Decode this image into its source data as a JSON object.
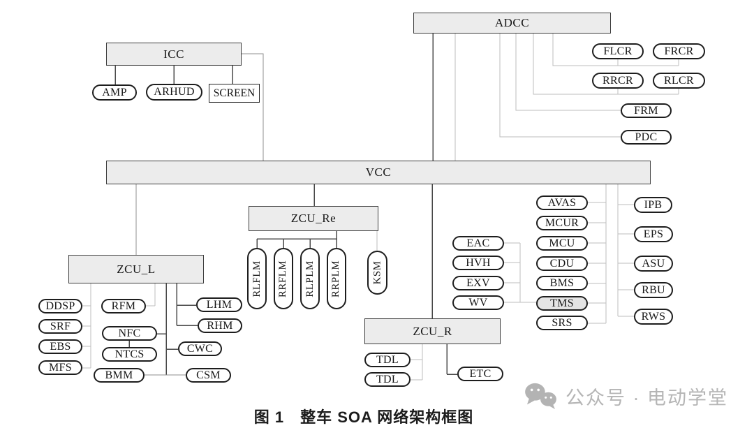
{
  "caption": "图 1　整车 SOA 网络架构框图",
  "watermark": {
    "icon": "wechat-icon",
    "text": "公众号 · 电动学堂"
  },
  "colors": {
    "box_fill": "#ececec",
    "tms_fill": "#e4e4e4",
    "node_border": "#1d1d1d",
    "line_dark": "#4a4a4a",
    "line_mid": "#8f8f8f",
    "line_light": "#bdbdbd",
    "watermark_gray": "#b5b5b5"
  },
  "nodes": {
    "icc": "ICC",
    "adcc": "ADCC",
    "vcc": "VCC",
    "zcu_re": "ZCU_Re",
    "zcu_l": "ZCU_L",
    "zcu_r": "ZCU_R",
    "amp": "AMP",
    "arhud": "ARHUD",
    "screen": "SCREEN",
    "flcr": "FLCR",
    "frcr": "FRCR",
    "rrcr": "RRCR",
    "rlcr": "RLCR",
    "frm": "FRM",
    "pdc": "PDC",
    "rlflm": "RLFLM",
    "rrflm": "RRFLM",
    "rlplm": "RLPLM",
    "rrplm": "RRPLM",
    "ksm": "KSM",
    "ddsp": "DDSP",
    "srf": "SRF",
    "ebs": "EBS",
    "mfs": "MFS",
    "rfm": "RFM",
    "nfc": "NFC",
    "ntcs": "NTCS",
    "bmm": "BMM",
    "lhm": "LHM",
    "rhm": "RHM",
    "cwc": "CWC",
    "csm": "CSM",
    "tdl1": "TDL",
    "tdl2": "TDL",
    "etc": "ETC",
    "eac": "EAC",
    "hvh": "HVH",
    "exv": "EXV",
    "wv": "WV",
    "avas": "AVAS",
    "mcur": "MCUR",
    "mcu": "MCU",
    "cdu": "CDU",
    "bms": "BMS",
    "tms": "TMS",
    "srs": "SRS",
    "ipb": "IPB",
    "eps": "EPS",
    "asu": "ASU",
    "rbu": "RBU",
    "rws": "RWS"
  }
}
